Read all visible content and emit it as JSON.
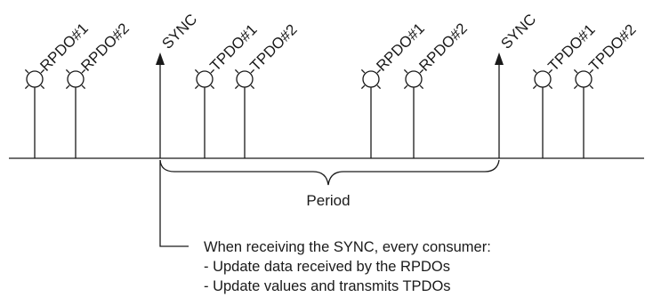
{
  "markers": [
    {
      "kind": "pdo",
      "label": "RPDO#1"
    },
    {
      "kind": "pdo",
      "label": "RPDO#2"
    },
    {
      "kind": "sync",
      "label": "SYNC"
    },
    {
      "kind": "pdo",
      "label": "TPDO#1"
    },
    {
      "kind": "pdo",
      "label": "TPDO#2"
    },
    {
      "kind": "pdo",
      "label": "RPDO#1"
    },
    {
      "kind": "pdo",
      "label": "RPDO#2"
    },
    {
      "kind": "sync",
      "label": "SYNC"
    },
    {
      "kind": "pdo",
      "label": "TPDO#1"
    },
    {
      "kind": "pdo",
      "label": "TPDO#2"
    }
  ],
  "period_label": "Period",
  "note": {
    "heading": "When receiving the SYNC, every consumer:",
    "lines": [
      "- Update data received by the RPDOs",
      "- Update values and transmits TPDOs"
    ]
  }
}
